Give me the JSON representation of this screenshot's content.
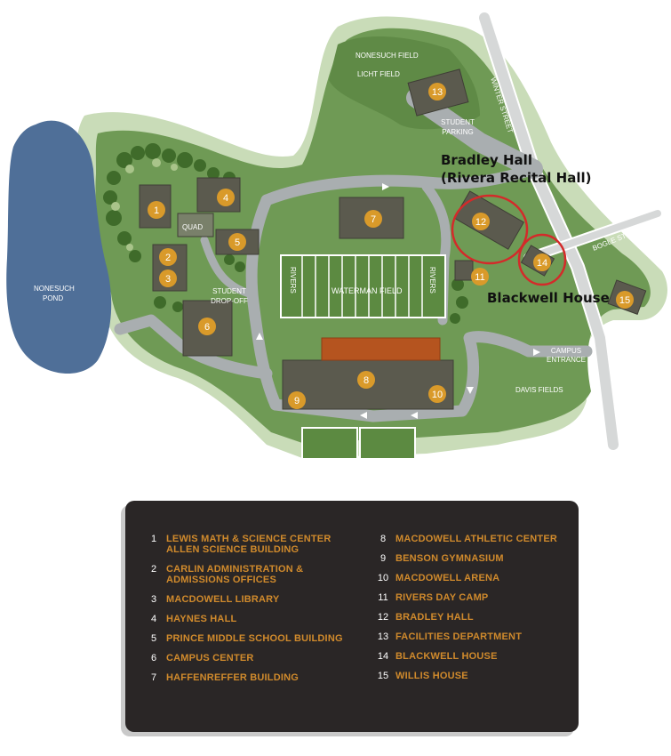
{
  "map_labels": {
    "pond": "NONESUCH\nPOND",
    "nonesuch_field": "NONESUCH FIELD",
    "licht_field": "LICHT FIELD",
    "student_parking": "STUDENT\nPARKING",
    "winter_street_top": "WINTER STREET",
    "winter_street_bottom": "WINTER STREET",
    "bogle_street": "BOGLE STREET",
    "quad": "QUAD",
    "student_dropoff": "STUDENT\nDROP-OFF",
    "waterman_field": "WATERMAN FIELD",
    "rivers_left": "RIVERS",
    "rivers_right": "RIVERS",
    "campus_entrance": "CAMPUS\nENTRANCE",
    "davis_fields": "DAVIS FIELDS"
  },
  "annotations": {
    "bradley": "Bradley Hall\n(Rivera Recital Hall)",
    "blackwell": "Blackwell House"
  },
  "markers": [
    "1",
    "2",
    "3",
    "4",
    "5",
    "6",
    "7",
    "8",
    "9",
    "10",
    "11",
    "12",
    "13",
    "14",
    "15"
  ],
  "legend": [
    {
      "num": "1",
      "name": "LEWIS MATH & SCIENCE CENTER\nALLEN SCIENCE BUILDING"
    },
    {
      "num": "2",
      "name": "CARLIN ADMINISTRATION &\nADMISSIONS OFFICES"
    },
    {
      "num": "3",
      "name": "MACDOWELL LIBRARY"
    },
    {
      "num": "4",
      "name": "HAYNES HALL"
    },
    {
      "num": "5",
      "name": "PRINCE MIDDLE SCHOOL BUILDING"
    },
    {
      "num": "6",
      "name": "CAMPUS CENTER"
    },
    {
      "num": "7",
      "name": "HAFFENREFFER BUILDING"
    },
    {
      "num": "8",
      "name": "MACDOWELL ATHLETIC CENTER"
    },
    {
      "num": "9",
      "name": "BENSON GYMNASIUM"
    },
    {
      "num": "10",
      "name": "MACDOWELL ARENA"
    },
    {
      "num": "11",
      "name": "RIVERS DAY CAMP"
    },
    {
      "num": "12",
      "name": "BRADLEY HALL"
    },
    {
      "num": "13",
      "name": "FACILITIES DEPARTMENT"
    },
    {
      "num": "14",
      "name": "BLACKWELL HOUSE"
    },
    {
      "num": "15",
      "name": "WILLIS HOUSE"
    }
  ],
  "colors": {
    "grass": "#6f9a55",
    "pond": "#4f6f98",
    "road": "#a9aeb0",
    "building": "#5b5a4e",
    "marker": "#d99a2a",
    "highlight": "#d42a2a",
    "legend_bg": "#2a2626",
    "legend_text": "#d08a2c"
  }
}
